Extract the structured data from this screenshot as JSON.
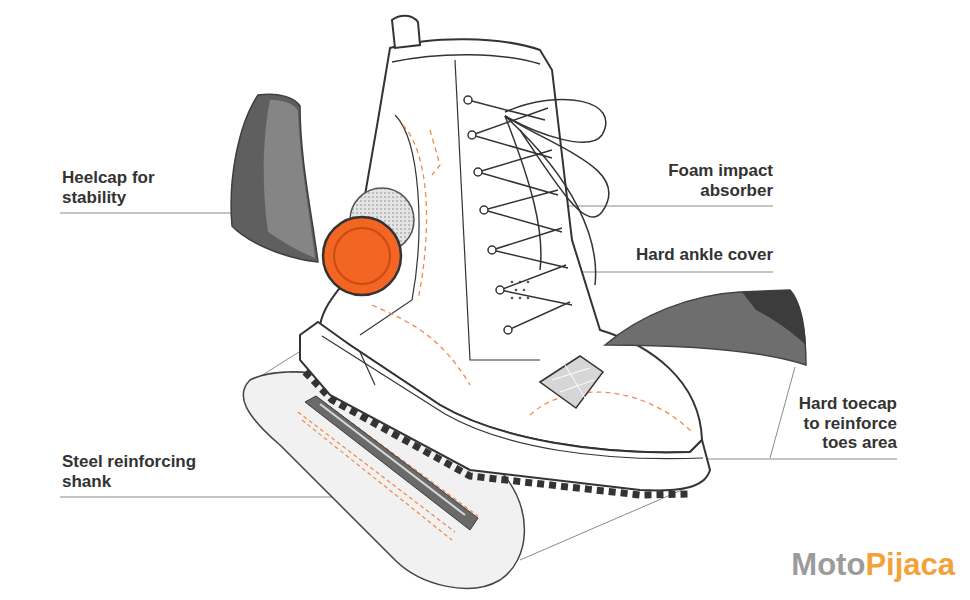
{
  "diagram": {
    "labels": [
      "Heelcap for stability",
      "Foam impact absorber",
      "Hard ankle cover",
      "Hard toecap to reinforce toes area",
      "Steel reinforcing shank",
      "Moto",
      "Pijaca"
    ]
  }
}
